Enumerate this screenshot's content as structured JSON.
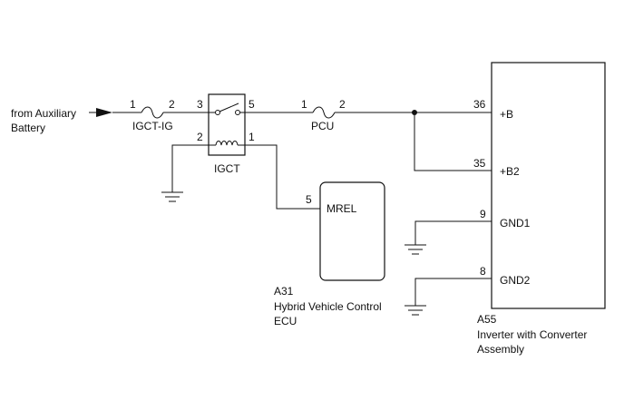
{
  "source": {
    "lines": [
      "from Auxiliary",
      "Battery"
    ]
  },
  "fuses": {
    "igct_ig": {
      "label": "IGCT-IG",
      "pin_in": "1",
      "pin_out": "2"
    },
    "pcu": {
      "label": "PCU",
      "pin_in": "1",
      "pin_out": "2"
    }
  },
  "relay": {
    "label": "IGCT",
    "pins": {
      "p3": "3",
      "p5": "5",
      "p2": "2",
      "p1": "1"
    }
  },
  "ecu": {
    "code": "A31",
    "name_lines": [
      "Hybrid Vehicle Control",
      "ECU"
    ],
    "terminal": {
      "pin": "5",
      "label": "MREL"
    }
  },
  "inverter": {
    "code": "A55",
    "name_lines": [
      "Inverter with Converter",
      "Assembly"
    ],
    "terminals": [
      {
        "pin": "36",
        "label": "+B"
      },
      {
        "pin": "35",
        "label": "+B2"
      },
      {
        "pin": "9",
        "label": "GND1"
      },
      {
        "pin": "8",
        "label": "GND2"
      }
    ]
  }
}
